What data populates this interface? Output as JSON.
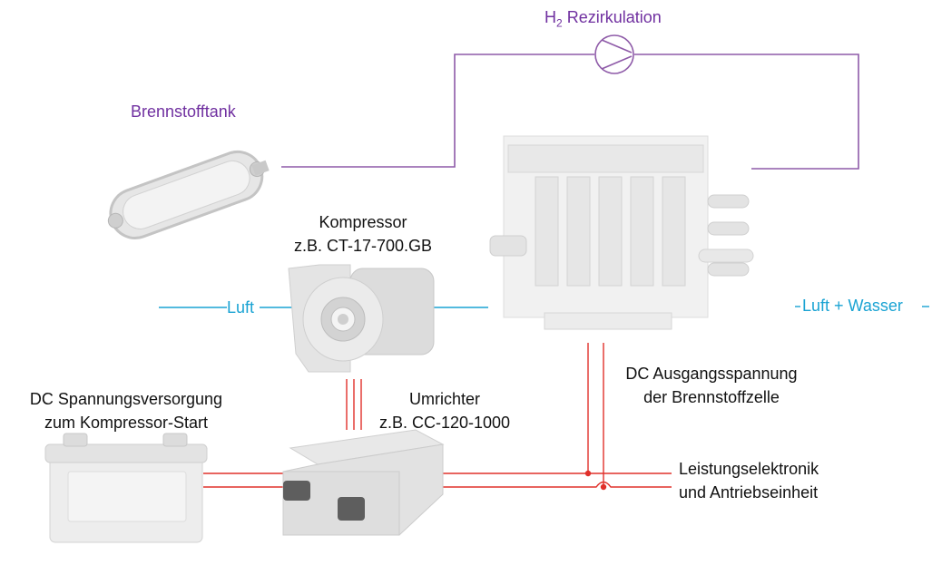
{
  "labels": {
    "h2_prefix": "H",
    "h2_sub": "2",
    "h2_rest": " Rezirkulation",
    "tank": "Brennstofftank",
    "compressor_line1": "Kompressor",
    "compressor_line2": "z.B. CT-17-700.GB",
    "air_in": "Luft",
    "air_water": "Luft + Wasser",
    "dc_supply_line1": "DC Spannungsversorgung",
    "dc_supply_line2": "zum Kompressor-Start",
    "inverter_line1": "Umrichter",
    "inverter_line2": "z.B. CC-120-1000",
    "dc_output_line1": "DC Ausgangsspannung",
    "dc_output_line2": "der Brennstoffzelle",
    "power_line1": "Leistungselektronik",
    "power_line2": "und Antriebseinheit"
  },
  "colors": {
    "hydrogen_line": "#8e5aa8",
    "air_line": "#1aa3d3",
    "electric_line": "#e0302a",
    "label_purple": "#7030a0",
    "label_cyan": "#1aa3d3",
    "component_gray": "#d9d9d9"
  },
  "icons": [
    "pump-icon",
    "tank-icon",
    "compressor-icon",
    "fuel-cell-stack-icon",
    "battery-icon",
    "inverter-icon"
  ]
}
